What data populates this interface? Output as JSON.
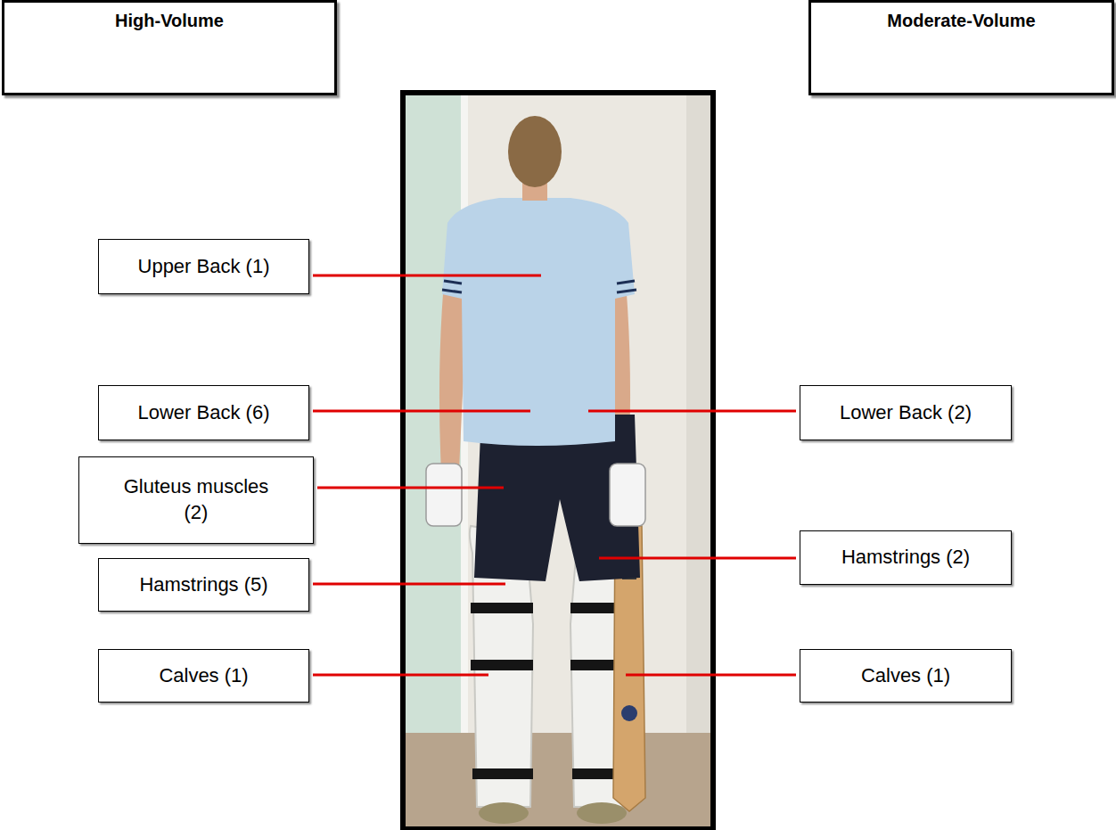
{
  "diagram": {
    "nodes": [
      {
        "text": [
          "High-Volume"
        ]
      },
      {
        "text": [
          "Moderate-Volume"
        ]
      },
      {
        "text": [
          "Upper Back (1)"
        ]
      },
      {
        "text": [
          "Lower Back (6)"
        ]
      },
      {
        "text": [
          "Lower Back (2)"
        ]
      },
      {
        "text": [
          "Gluteus muscles (2)"
        ]
      },
      {
        "text": [
          "Hamstrings (5)"
        ]
      },
      {
        "text": [
          "Hamstrings (2)"
        ]
      },
      {
        "text": [
          "Calves (1)"
        ]
      },
      {
        "text": [
          "Calves (1)"
        ]
      }
    ]
  }
}
